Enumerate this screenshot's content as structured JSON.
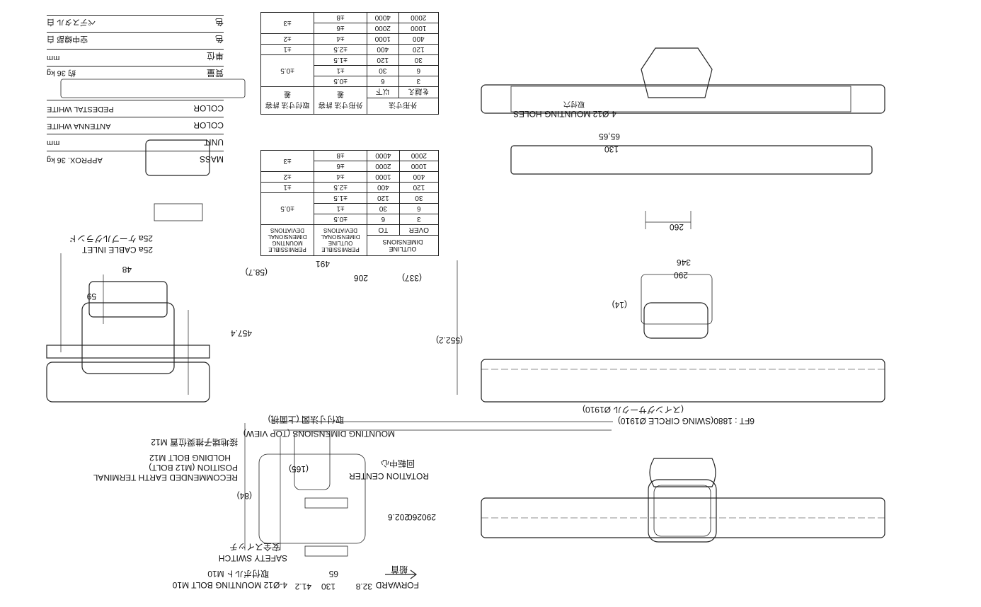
{
  "specs": [
    {
      "key": "MASS",
      "value": "APPROX. 36 kg"
    },
    {
      "key": "UNIT",
      "value": "mm"
    },
    {
      "key": "COLOR",
      "value": "ANTENNA WHITE"
    },
    {
      "key": "COLOR",
      "value": "PEDESTAL WHITE"
    },
    {
      "key": "質量",
      "value": "約 36 kg"
    },
    {
      "key": "単位",
      "value": "mm"
    },
    {
      "key": "色",
      "value": "空中線部 白"
    },
    {
      "key": "色",
      "value": "ペデスタル 白"
    }
  ],
  "tol_en": {
    "h_outline": "OUTLINE DIMENSIONS",
    "h_over": "OVER",
    "h_to": "TO",
    "h_outline_dev": "PERMISSIBLE OUTLINE DIMENSIONAL DEVIATIONS",
    "h_mount_dev": "PERMISSIBLE MOUNTING DIMENSIONAL DEVIATIONS"
  },
  "tol_jp": {
    "h_outline": "外形寸法",
    "h_over": "を越え",
    "h_to": "以下",
    "h_outline_dev": "外形寸法 許容差",
    "h_mount_dev": "取付寸法 許容差"
  },
  "tol_rows": [
    {
      "over": "3",
      "to": "6",
      "outline_dev": "±0.5",
      "mount_dev": "±0.5"
    },
    {
      "over": "6",
      "to": "30",
      "outline_dev": "±1",
      "mount_dev": ""
    },
    {
      "over": "30",
      "to": "120",
      "outline_dev": "±1.5",
      "mount_dev": ""
    },
    {
      "over": "120",
      "to": "400",
      "outline_dev": "±2.5",
      "mount_dev": "±1"
    },
    {
      "over": "400",
      "to": "1000",
      "outline_dev": "±4",
      "mount_dev": "±2"
    },
    {
      "over": "1000",
      "to": "2000",
      "outline_dev": "±6",
      "mount_dev": "±3"
    },
    {
      "over": "2000",
      "to": "4000",
      "outline_dev": "±8",
      "mount_dev": ""
    }
  ],
  "labels": {
    "mounting_holes": "4-Ø12 MOUNTING HOLES",
    "mounting_holes_jp": "取付穴",
    "d_260_top": "260",
    "d_130": "130",
    "d_65_65": "65,65",
    "d_346": "346",
    "d_290_side": "290",
    "d_14": "(14)",
    "swing_en": "6FT : 1880(SWING CIRCLE Ø1910)",
    "swing_jp": "(スイングサークル Ø1910)",
    "d_491": "491",
    "d_58_7": "(58.7)",
    "d_206": "206",
    "d_337": "(337)",
    "d_457_4": "457.4",
    "d_552_2": "(552.2)",
    "cable_inlet_jp": "25a ケーブルグランド",
    "cable_inlet_en": "25a CABLE INLET",
    "d_48": "48",
    "d_59": "59",
    "top_view_jp": "取付寸法図 (上面視)",
    "top_view_en": "MOUNTING DIMENSIONS (TOP VIEW)",
    "earth_jp": "接地端子推奨位置 M12",
    "holding_bolt": "HOLDING BOLT M12",
    "earth_en": "RECOMMENDED EARTH TERMINAL POSITION (M12 BOLT)",
    "d_165": "(165)",
    "d_84": "(84)",
    "d_202_6": "202.6",
    "d_260": "260",
    "d_290": "290",
    "rotation_jp": "回転中心",
    "rotation_en": "ROTATION CENTER",
    "safety_jp": "安全スイッチ",
    "safety_en": "SAFETY SWITCH",
    "bolt_jp": "取付ボルト M10",
    "bolt_en": "4-Ø12 MOUNTING BOLT M10",
    "d_41_2": "41.2",
    "d_130b": "130",
    "d_65": "65",
    "d_32_8": "32.8",
    "forward_jp": "船首",
    "forward_en": "FORWARD"
  }
}
